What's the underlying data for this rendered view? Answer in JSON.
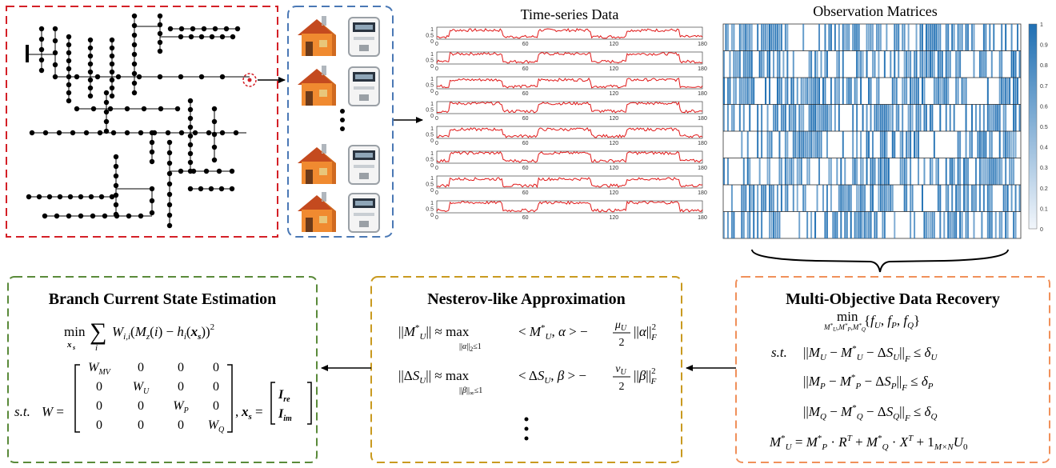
{
  "top": {
    "timeseries_title": "Time-series Data",
    "matrices_title": "Observation Matrices",
    "ts_axis": {
      "y_ticks": [
        "1",
        "0.5",
        "0"
      ],
      "x_ticks": [
        "0",
        "60",
        "120",
        "180"
      ]
    },
    "colorbar_ticks": [
      "1",
      "0.9",
      "0.8",
      "0.7",
      "0.6",
      "0.5",
      "0.4",
      "0.3",
      "0.2",
      "0.1",
      "0"
    ],
    "meter_count_shown": 4,
    "ellipsis": "⋮"
  },
  "bottom": {
    "bcse": {
      "title": "Branch Current State Estimation",
      "min_sub": "xs",
      "objective": "W_{i,i}(M_z(i) − h_i(x_s))²",
      "st": "s.t.",
      "W_matrix": [
        [
          "W_MV",
          "0",
          "0",
          "0"
        ],
        [
          "0",
          "W_U",
          "0",
          "0"
        ],
        [
          "0",
          "0",
          "W_P",
          "0"
        ],
        [
          "0",
          "0",
          "0",
          "W_Q"
        ]
      ],
      "xs_vector": [
        "I_re",
        "I_im"
      ]
    },
    "nesterov": {
      "title": "Nesterov-like Approximation",
      "eq1_lhs": "||M*_U|| ≈ max",
      "eq1_sub": "||α||₂≤1",
      "eq1_rhs": "< M*_U, α > − (μ_U/2)||α||²_F",
      "eq2_lhs": "||ΔS_U|| ≈ max",
      "eq2_sub": "||β||∞≤1",
      "eq2_rhs": "< ΔS_U, β > − (ν_U/2)||β||²_F",
      "ellipsis": "⋮"
    },
    "modr": {
      "title": "Multi-Objective Data Recovery",
      "objective": "min {f_U, f_P, f_Q}",
      "min_sub": "M*_U, M*_P, M*_Q",
      "st": "s.t.",
      "constraints": [
        "||M_U − M*_U − ΔS_U||_F ≤ δ_U",
        "||M_P − M*_P − ΔS_P||_F ≤ δ_P",
        "||M_Q − M*_Q − ΔS_Q||_F ≤ δ_Q"
      ],
      "coupling": "M*_U = M*_P · R^T + M*_Q · X^T + 1_{M×N} U_0"
    }
  },
  "colors": {
    "red_box": "#d42027",
    "blue_box": "#4a78b5",
    "green_box": "#5a8a3a",
    "gold_box": "#c99a20",
    "orange_box": "#f0905a",
    "series": "#e01818",
    "heat": "#1f6fb3"
  }
}
